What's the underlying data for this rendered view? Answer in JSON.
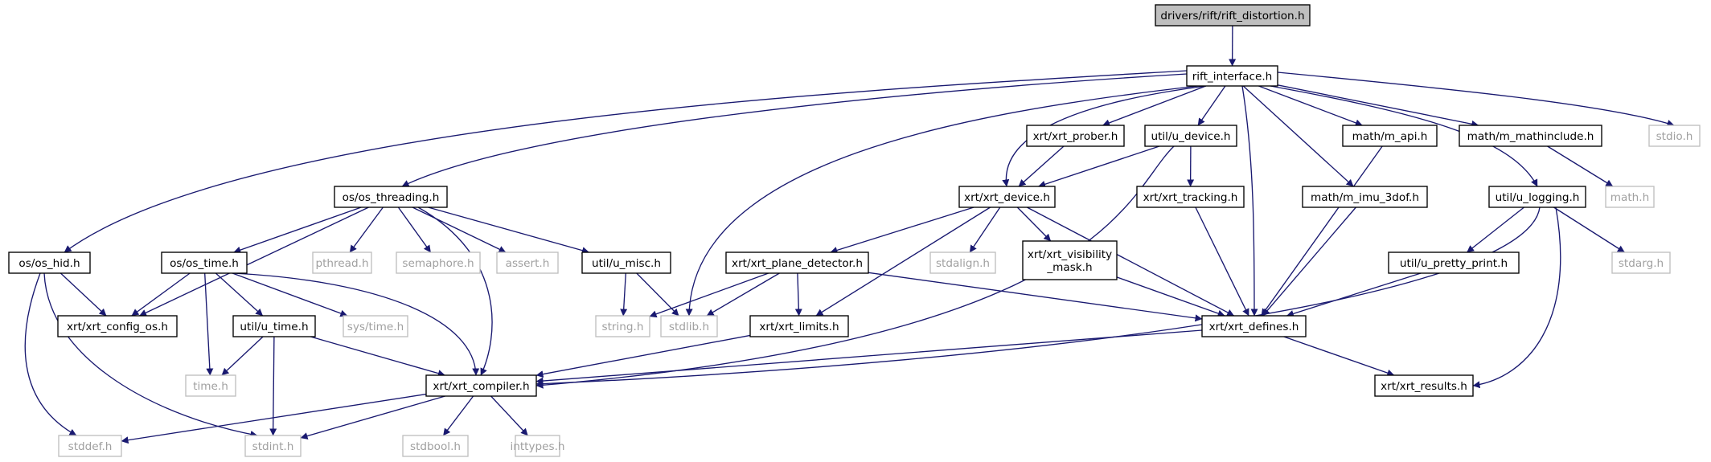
{
  "colors": {
    "edge": "#191970",
    "root_fill": "#bfbfbf",
    "node_fill": "#ffffff",
    "node_border": "#000000",
    "external_border": "#bfbfbf",
    "external_text": "#a0a0a0"
  },
  "nodes": [
    {
      "id": "root",
      "label": "drivers/rift/rift_distortion.h",
      "kind": "root"
    },
    {
      "id": "rift_interface",
      "label": "rift_interface.h",
      "kind": "header"
    },
    {
      "id": "os_threading",
      "label": "os/os_threading.h",
      "kind": "header"
    },
    {
      "id": "os_hid",
      "label": "os/os_hid.h",
      "kind": "header"
    },
    {
      "id": "xrt_prober",
      "label": "xrt/xrt_prober.h",
      "kind": "header"
    },
    {
      "id": "u_device",
      "label": "util/u_device.h",
      "kind": "header"
    },
    {
      "id": "m_api",
      "label": "math/m_api.h",
      "kind": "header"
    },
    {
      "id": "m_mathinclude",
      "label": "math/m_mathinclude.h",
      "kind": "header"
    },
    {
      "id": "stdio",
      "label": "stdio.h",
      "kind": "external"
    },
    {
      "id": "math",
      "label": "math.h",
      "kind": "external"
    },
    {
      "id": "xrt_device",
      "label": "xrt/xrt_device.h",
      "kind": "header"
    },
    {
      "id": "xrt_tracking",
      "label": "xrt/xrt_tracking.h",
      "kind": "header"
    },
    {
      "id": "m_imu_3dof",
      "label": "math/m_imu_3dof.h",
      "kind": "header"
    },
    {
      "id": "u_logging",
      "label": "util/u_logging.h",
      "kind": "header"
    },
    {
      "id": "os_time",
      "label": "os/os_time.h",
      "kind": "header"
    },
    {
      "id": "pthread",
      "label": "pthread.h",
      "kind": "external"
    },
    {
      "id": "semaphore",
      "label": "semaphore.h",
      "kind": "external"
    },
    {
      "id": "assert",
      "label": "assert.h",
      "kind": "external"
    },
    {
      "id": "u_misc",
      "label": "util/u_misc.h",
      "kind": "header"
    },
    {
      "id": "xrt_plane_detector",
      "label": "xrt/xrt_plane_detector.h",
      "kind": "header"
    },
    {
      "id": "stdalign",
      "label": "stdalign.h",
      "kind": "external"
    },
    {
      "id": "xrt_visibility_mask",
      "label": "xrt/xrt_visibility\n_mask.h",
      "kind": "header"
    },
    {
      "id": "u_pretty_print",
      "label": "util/u_pretty_print.h",
      "kind": "header"
    },
    {
      "id": "stdarg",
      "label": "stdarg.h",
      "kind": "external"
    },
    {
      "id": "xrt_config_os",
      "label": "xrt/xrt_config_os.h",
      "kind": "header"
    },
    {
      "id": "u_time",
      "label": "util/u_time.h",
      "kind": "header"
    },
    {
      "id": "sys_time",
      "label": "sys/time.h",
      "kind": "external"
    },
    {
      "id": "string",
      "label": "string.h",
      "kind": "external"
    },
    {
      "id": "stdlib",
      "label": "stdlib.h",
      "kind": "external"
    },
    {
      "id": "xrt_limits",
      "label": "xrt/xrt_limits.h",
      "kind": "header"
    },
    {
      "id": "xrt_defines",
      "label": "xrt/xrt_defines.h",
      "kind": "header"
    },
    {
      "id": "time",
      "label": "time.h",
      "kind": "external"
    },
    {
      "id": "xrt_compiler",
      "label": "xrt/xrt_compiler.h",
      "kind": "header"
    },
    {
      "id": "xrt_results",
      "label": "xrt/xrt_results.h",
      "kind": "header"
    },
    {
      "id": "stddef",
      "label": "stddef.h",
      "kind": "external"
    },
    {
      "id": "stdint",
      "label": "stdint.h",
      "kind": "external"
    },
    {
      "id": "stdbool",
      "label": "stdbool.h",
      "kind": "external"
    },
    {
      "id": "inttypes",
      "label": "inttypes.h",
      "kind": "external"
    }
  ],
  "edges": [
    {
      "from": "root",
      "to": "rift_interface"
    },
    {
      "from": "rift_interface",
      "to": "os_hid"
    },
    {
      "from": "rift_interface",
      "to": "os_threading"
    },
    {
      "from": "rift_interface",
      "to": "stdlib"
    },
    {
      "from": "rift_interface",
      "to": "xrt_device"
    },
    {
      "from": "rift_interface",
      "to": "xrt_prober"
    },
    {
      "from": "rift_interface",
      "to": "u_device"
    },
    {
      "from": "rift_interface",
      "to": "xrt_defines"
    },
    {
      "from": "rift_interface",
      "to": "m_imu_3dof"
    },
    {
      "from": "rift_interface",
      "to": "m_api"
    },
    {
      "from": "rift_interface",
      "to": "u_logging"
    },
    {
      "from": "rift_interface",
      "to": "m_mathinclude"
    },
    {
      "from": "rift_interface",
      "to": "stdio"
    },
    {
      "from": "os_threading",
      "to": "xrt_config_os"
    },
    {
      "from": "os_threading",
      "to": "os_time"
    },
    {
      "from": "os_threading",
      "to": "xrt_compiler"
    },
    {
      "from": "os_threading",
      "to": "pthread"
    },
    {
      "from": "os_threading",
      "to": "semaphore"
    },
    {
      "from": "os_threading",
      "to": "assert"
    },
    {
      "from": "os_threading",
      "to": "u_misc"
    },
    {
      "from": "os_hid",
      "to": "xrt_config_os"
    },
    {
      "from": "os_hid",
      "to": "stddef"
    },
    {
      "from": "os_hid",
      "to": "stdint"
    },
    {
      "from": "os_time",
      "to": "xrt_config_os"
    },
    {
      "from": "os_time",
      "to": "time"
    },
    {
      "from": "os_time",
      "to": "u_time"
    },
    {
      "from": "os_time",
      "to": "sys_time"
    },
    {
      "from": "os_time",
      "to": "xrt_compiler"
    },
    {
      "from": "u_time",
      "to": "time"
    },
    {
      "from": "u_time",
      "to": "stdint"
    },
    {
      "from": "u_time",
      "to": "xrt_compiler"
    },
    {
      "from": "u_misc",
      "to": "string"
    },
    {
      "from": "u_misc",
      "to": "stdlib"
    },
    {
      "from": "xrt_prober",
      "to": "xrt_device"
    },
    {
      "from": "u_device",
      "to": "xrt_device"
    },
    {
      "from": "u_device",
      "to": "xrt_tracking"
    },
    {
      "from": "u_device",
      "to": "xrt_compiler"
    },
    {
      "from": "xrt_device",
      "to": "xrt_plane_detector"
    },
    {
      "from": "xrt_device",
      "to": "xrt_limits"
    },
    {
      "from": "xrt_device",
      "to": "stdalign"
    },
    {
      "from": "xrt_device",
      "to": "xrt_visibility_mask"
    },
    {
      "from": "xrt_device",
      "to": "xrt_defines"
    },
    {
      "from": "xrt_plane_detector",
      "to": "string"
    },
    {
      "from": "xrt_plane_detector",
      "to": "stdlib"
    },
    {
      "from": "xrt_plane_detector",
      "to": "xrt_limits"
    },
    {
      "from": "xrt_plane_detector",
      "to": "xrt_defines"
    },
    {
      "from": "xrt_visibility_mask",
      "to": "xrt_defines"
    },
    {
      "from": "xrt_tracking",
      "to": "xrt_defines"
    },
    {
      "from": "m_imu_3dof",
      "to": "xrt_defines"
    },
    {
      "from": "m_api",
      "to": "xrt_defines"
    },
    {
      "from": "m_mathinclude",
      "to": "math"
    },
    {
      "from": "u_logging",
      "to": "u_pretty_print"
    },
    {
      "from": "u_logging",
      "to": "stdarg"
    },
    {
      "from": "u_logging",
      "to": "xrt_compiler"
    },
    {
      "from": "u_logging",
      "to": "xrt_results"
    },
    {
      "from": "u_pretty_print",
      "to": "xrt_defines"
    },
    {
      "from": "xrt_limits",
      "to": "xrt_compiler"
    },
    {
      "from": "xrt_defines",
      "to": "xrt_compiler"
    },
    {
      "from": "xrt_defines",
      "to": "xrt_results"
    },
    {
      "from": "xrt_compiler",
      "to": "stddef"
    },
    {
      "from": "xrt_compiler",
      "to": "stdint"
    },
    {
      "from": "xrt_compiler",
      "to": "stdbool"
    },
    {
      "from": "xrt_compiler",
      "to": "inttypes"
    }
  ]
}
